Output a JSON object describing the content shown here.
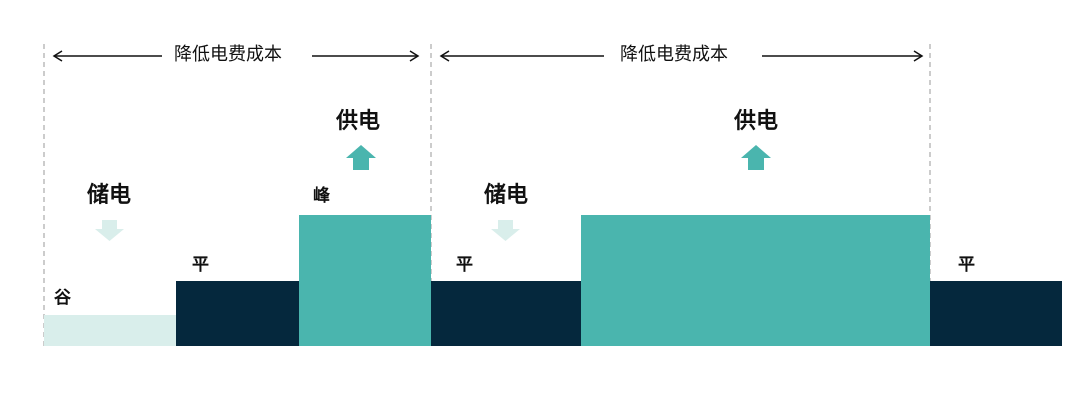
{
  "labels": {
    "span_1": "降低电费成本",
    "span_2": "降低电费成本",
    "supply_1": "供电",
    "supply_2": "供电",
    "store_1": "储电",
    "store_2": "储电",
    "valley": "谷",
    "flat_1": "平",
    "flat_2": "平",
    "flat_3": "平",
    "peak": "峰"
  },
  "colors": {
    "valley": "#d9eeeb",
    "flat": "#05283d",
    "peak": "#4ab5ae",
    "store_arrow": "#d9eeeb",
    "supply_arrow": "#4ab5ae",
    "guide_line": "#aaaaaa",
    "text": "#111111"
  }
}
